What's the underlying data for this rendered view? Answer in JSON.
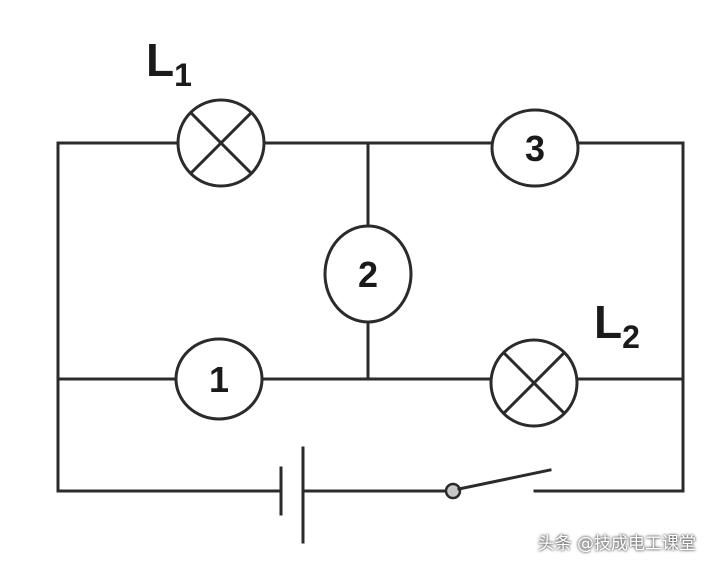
{
  "diagram": {
    "lamp_l1": {
      "letter": "L",
      "subscript": "1"
    },
    "lamp_l2": {
      "letter": "L",
      "subscript": "2"
    },
    "meter_1": "1",
    "meter_2": "2",
    "meter_3": "3"
  },
  "watermark": "头条 @技成电工课堂"
}
